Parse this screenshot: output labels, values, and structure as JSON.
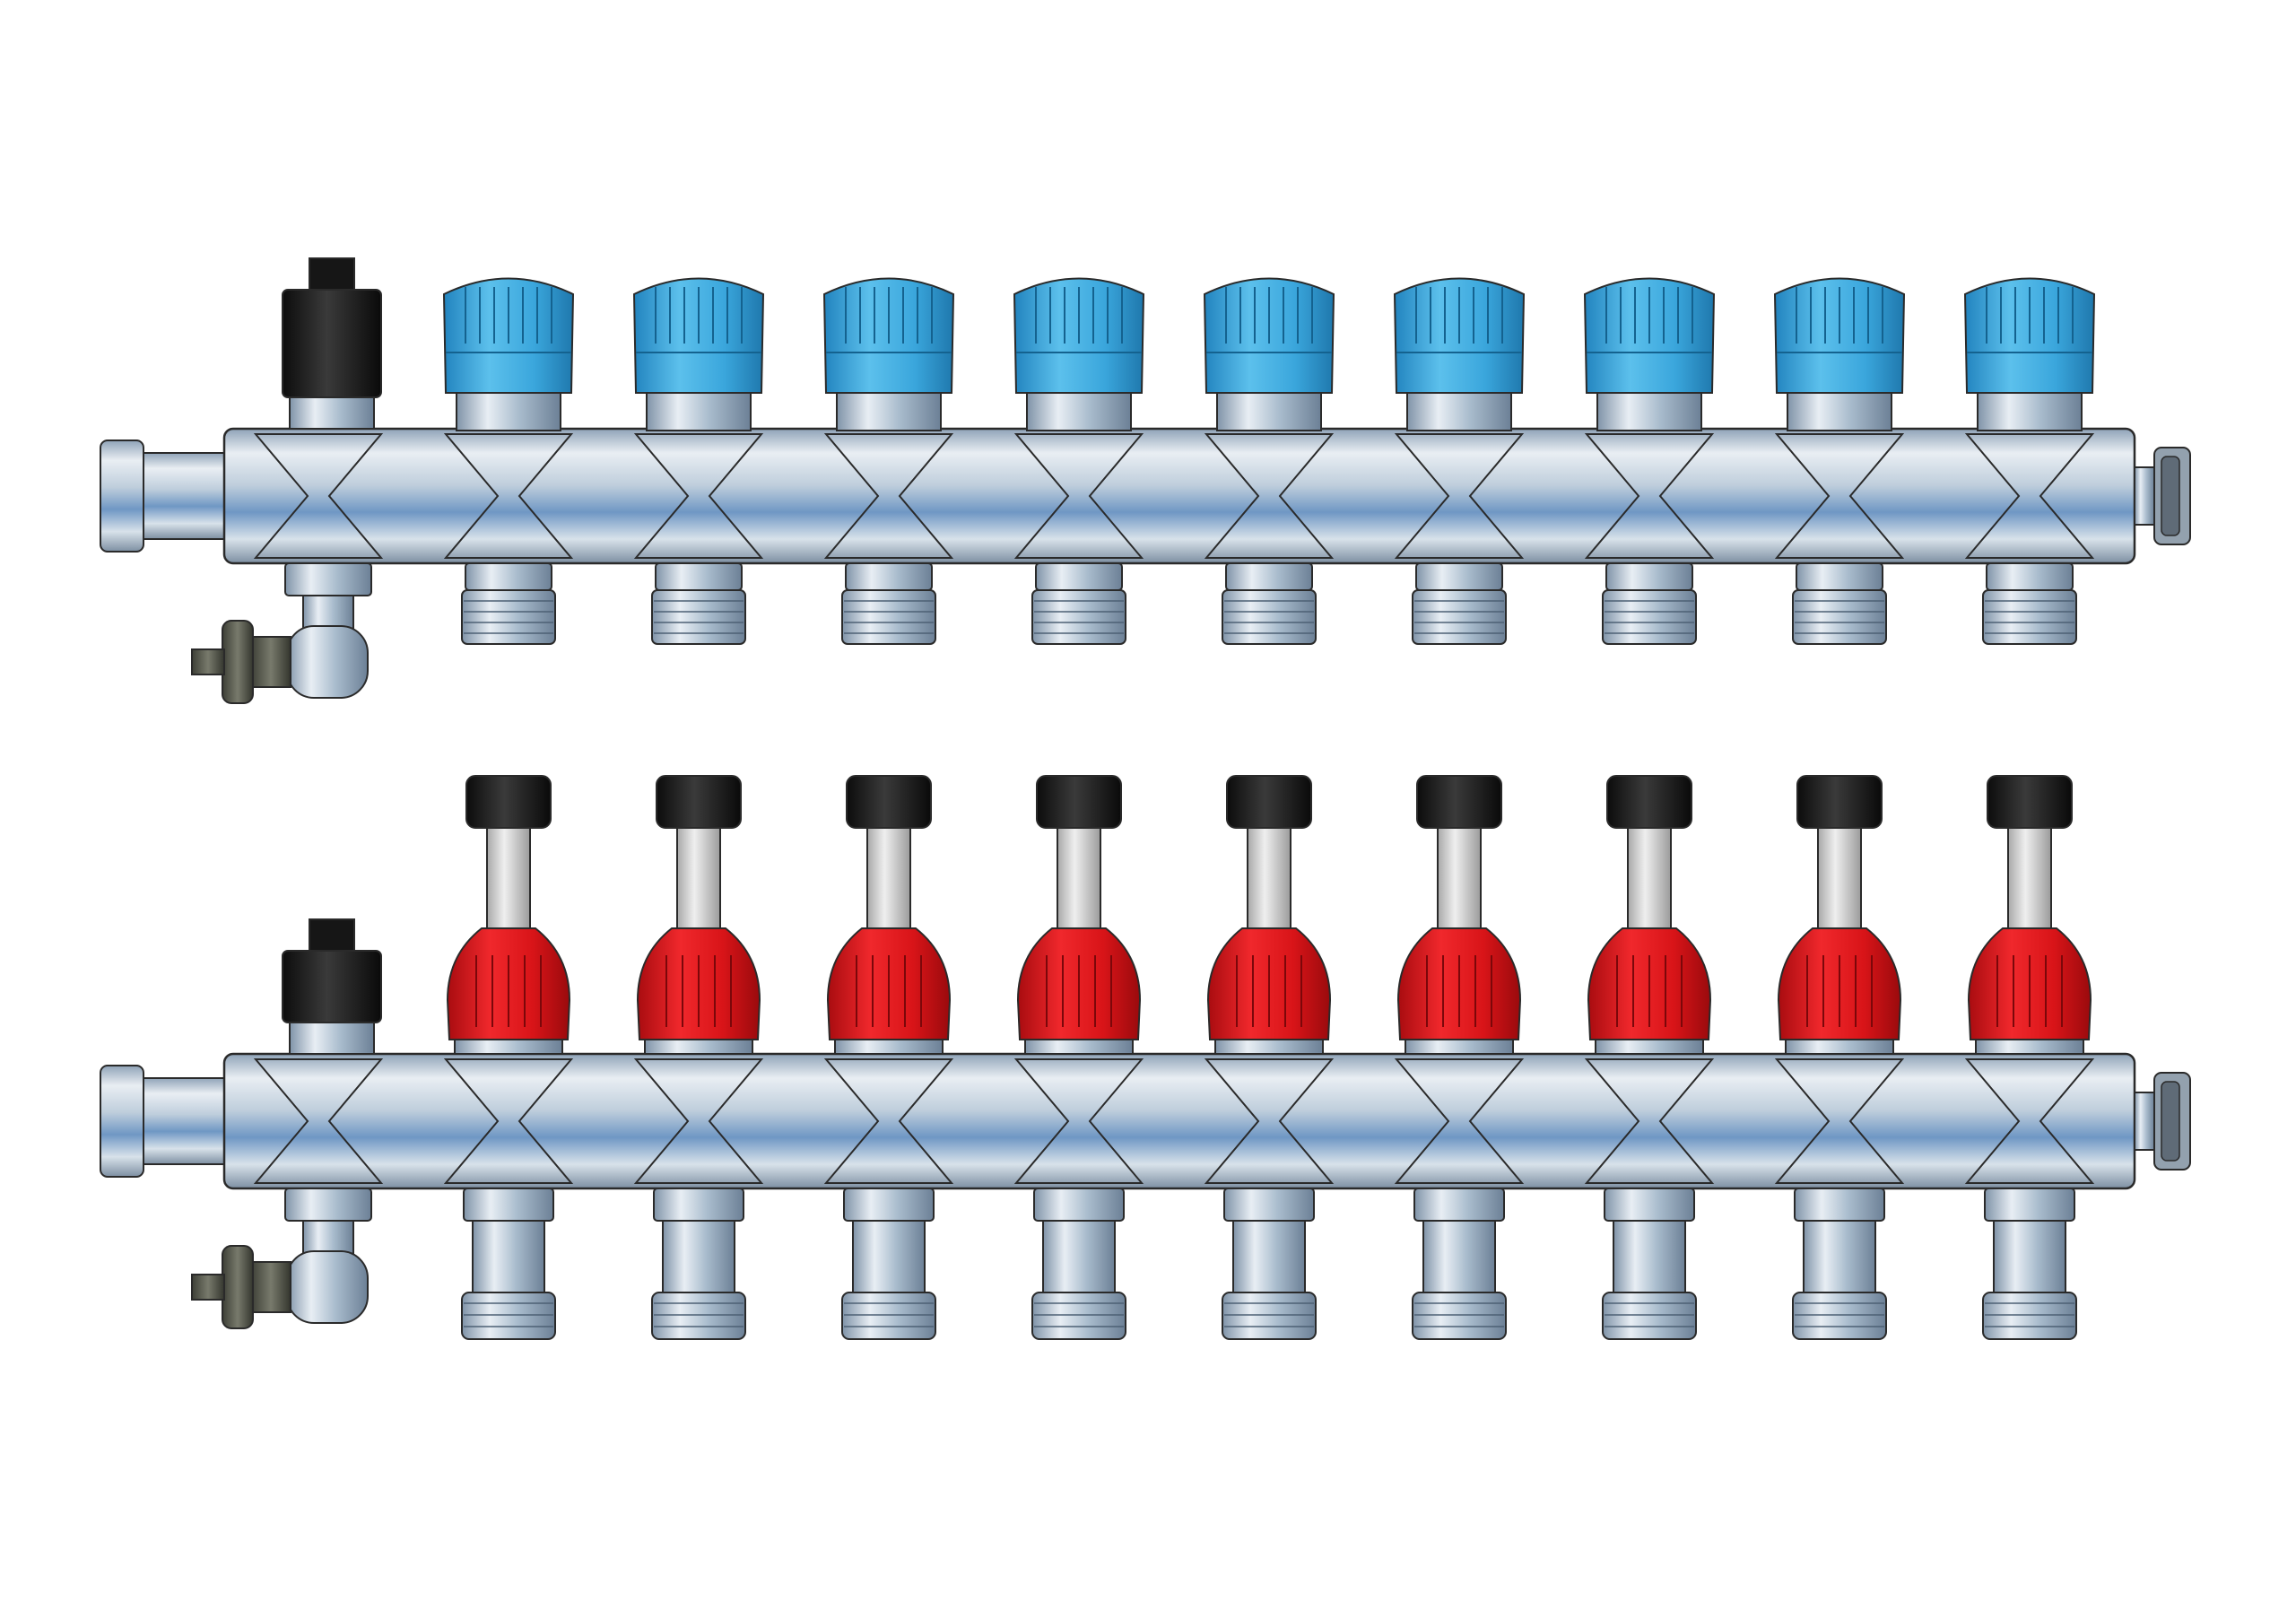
{
  "figure": {
    "background": "#ffffff",
    "manifolds": [
      {
        "id": "return",
        "outlet_count": 9,
        "cap_style": "blue-knob",
        "cap_color": "#3aa6dc",
        "body_color": "#c7d4e0",
        "has_air_vent": true,
        "has_drain_valve": true,
        "has_end_plug": true,
        "outlet_style": "short-thread"
      },
      {
        "id": "supply",
        "outlet_count": 9,
        "cap_style": "flow-meter",
        "cap_color": "#e0141a",
        "meter_cap_color": "#1c1c1c",
        "body_color": "#c7d4e0",
        "has_air_vent": true,
        "has_drain_valve": true,
        "has_end_plug": true,
        "outlet_style": "long-adapter"
      }
    ],
    "icons": {
      "air_vent": "air-vent-icon",
      "drain_valve": "drain-valve-icon",
      "blue_knob": "valve-knob-icon",
      "flow_meter": "flow-meter-icon"
    }
  }
}
